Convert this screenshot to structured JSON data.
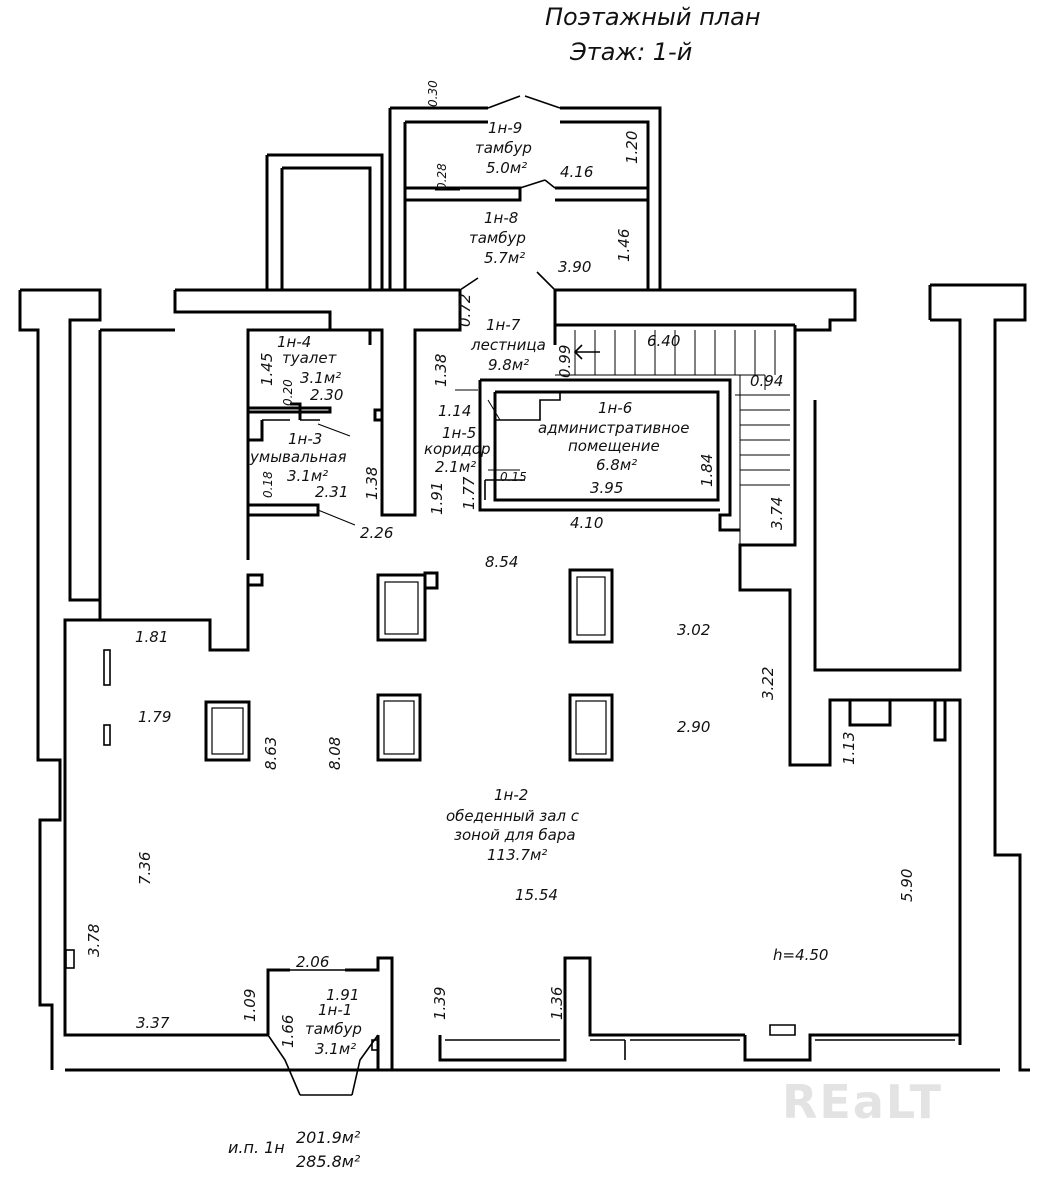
{
  "header": {
    "title": "Поэтажный план",
    "floor": "Этаж: 1-й"
  },
  "rooms": {
    "r1": {
      "id": "1н-1",
      "name": "тамбур",
      "area": "3.1м²"
    },
    "r2": {
      "id": "1н-2",
      "name_line1": "обеденный зал с",
      "name_line2": "зоной для бара",
      "area": "113.7м²"
    },
    "r3": {
      "id": "1н-3",
      "name": "умывальная",
      "area": "3.1м²"
    },
    "r4": {
      "id": "1н-4",
      "name": "туалет",
      "area": "3.1м²"
    },
    "r5": {
      "id": "1н-5",
      "name": "коридор",
      "area": "2.1м²"
    },
    "r6": {
      "id": "1н-6",
      "name_line1": "административное",
      "name_line2": "помещение",
      "area": "6.8м²"
    },
    "r7": {
      "id": "1н-7",
      "name": "лестница",
      "area": "9.8м²"
    },
    "r8": {
      "id": "1н-8",
      "name": "тамбур",
      "area": "5.7м²"
    },
    "r9": {
      "id": "1н-9",
      "name": "тамбур",
      "area": "5.0м²"
    }
  },
  "dimensions": {
    "d_0_30": "0.30",
    "d_1_20": "1.20",
    "d_0_28": "0.28",
    "d_4_16": "4.16",
    "d_1_46": "1.46",
    "d_3_90": "3.90",
    "d_0_72": "0.72",
    "d_1_45": "1.45",
    "d_0_20": "0.20",
    "d_2_30": "2.30",
    "d_1_38a": "1.38",
    "d_1_14": "1.14",
    "d_0_99": "0.99",
    "d_6_40": "6.40",
    "d_0_94": "0.94",
    "d_1_38b": "1.38",
    "d_0_18": "0.18",
    "d_2_31": "2.31",
    "d_1_91a": "1.91",
    "d_1_77": "1.77",
    "d_0_15": "0.15",
    "d_3_95": "3.95",
    "d_1_84": "1.84",
    "d_3_74": "3.74",
    "d_2_26": "2.26",
    "d_4_10": "4.10",
    "d_8_54": "8.54",
    "d_3_02": "3.02",
    "d_1_81": "1.81",
    "d_3_22": "3.22",
    "d_1_79": "1.79",
    "d_8_63": "8.63",
    "d_8_08": "8.08",
    "d_2_90": "2.90",
    "d_1_13": "1.13",
    "d_7_36": "7.36",
    "d_15_54": "15.54",
    "d_5_90": "5.90",
    "d_3_78": "3.78",
    "d_2_06": "2.06",
    "d_1_91b": "1.91",
    "d_1_09": "1.09",
    "d_1_39": "1.39",
    "d_1_36": "1.36",
    "d_3_37": "3.37",
    "d_1_66": "1.66",
    "height": "h=4.50"
  },
  "totals": {
    "label": "и.п. 1н",
    "area_main": "201.9м²",
    "area_total": "285.8м²"
  },
  "watermark": "REaLT"
}
